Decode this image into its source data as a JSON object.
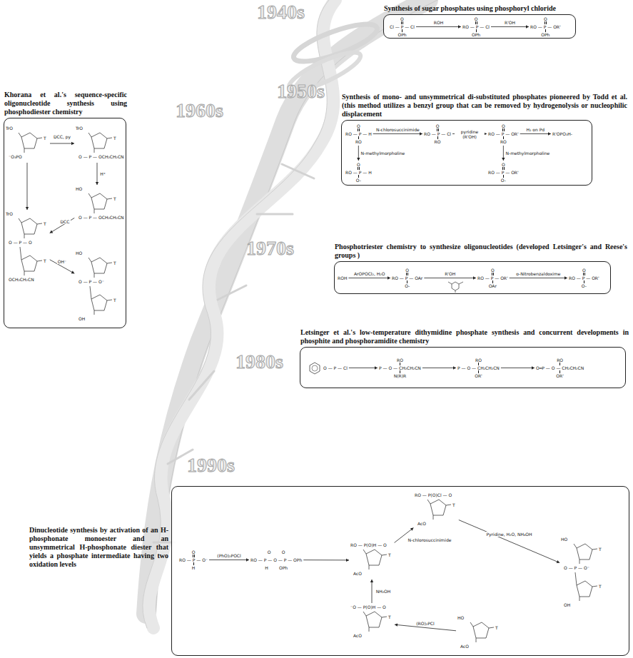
{
  "diagram": {
    "nodes": [
      {
        "text": [
          "Synthesis of sugar phosphates using phosphoryl chloride"
        ]
      },
      {
        "text": [
          "Khorana et al.'s sequence-specific oligonucleotide synthesis using phosphodiester chemistry"
        ]
      },
      {
        "text": [
          "Synthesis of mono- and unsymmetrical di-substituted phosphates pioneered by Todd et al. (this method utilizes a benzyl group that can be removed by hydrogenolysis or nucleophilic displacement"
        ]
      },
      {
        "text": [
          "Phosphotriester chemistry to synthesize oligonucleotides (developed Letsinger's and Reese's groups )"
        ]
      },
      {
        "text": [
          "Letsinger et al.'s low-temperature dithymidine phosphate synthesis and concurrent developments in phosphite and phosphoramidite chemistry"
        ]
      },
      {
        "text": [
          "Dinucleotide synthesis by activation of an H-phosphonate monoester and an unsymmetrical H-phosphonate diester that yields a phosphate intermediate having two oxidation levels"
        ]
      },
      {
        "text": [
          "O",
          "Cl — P — Cl",
          "OPh"
        ],
        "in": 0
      },
      {
        "text": [
          "O",
          "RO — P — Cl",
          "OPh"
        ],
        "in": 0
      },
      {
        "text": [
          "O",
          "RO — P — OR'",
          "OPh"
        ],
        "in": 0
      },
      {
        "text": [
          "O",
          "RO — P — H",
          "RO"
        ],
        "in": 2
      },
      {
        "text": [
          "O",
          "RO — P — Cl",
          "RO"
        ],
        "in": 2
      },
      {
        "text": [
          "O",
          "RO — P — OR'",
          "RO"
        ],
        "in": 2
      },
      {
        "text": [
          "R'OPO₃H-"
        ],
        "in": 2
      },
      {
        "text": [
          "O",
          "RO — P — H",
          "O-"
        ],
        "in": 2
      },
      {
        "text": [
          "O",
          "RO — P — OR'",
          "O-"
        ],
        "in": 2
      },
      {
        "text": [
          "ROH"
        ],
        "in": 3
      },
      {
        "text": [
          "O",
          "RO — P — OAr",
          "O-"
        ],
        "in": 3
      },
      {
        "text": [
          "O",
          "RO — P — OR'",
          "OAr"
        ],
        "in": 3
      },
      {
        "text": [
          "O",
          "RO — P — OR'",
          "O-"
        ],
        "in": 3
      },
      {
        "text": [
          "O — P — Cl"
        ],
        "in": 4
      },
      {
        "text": [
          "RO",
          "P — O — CH₂CH₂CN",
          "N(R)R"
        ],
        "in": 4
      },
      {
        "text": [
          "RO",
          "P — O — CH₂CH₂CN",
          "OR'"
        ],
        "in": 4
      },
      {
        "text": [
          "RO",
          "O═P — O — CH₂CH₂CN",
          "OR'"
        ],
        "in": 4
      },
      {
        "text": [
          "TrO",
          "T",
          "⁻O₃PO"
        ],
        "in": 1
      },
      {
        "text": [
          "TrO",
          "T",
          "O — P — OCH₂CH₂CN"
        ],
        "in": 1
      },
      {
        "text": [
          "HO",
          "T",
          "O — P — OCH₂CH₂CN"
        ],
        "in": 1
      },
      {
        "text": [
          "TrO",
          "T",
          "O — P — O",
          "T",
          "OCH₂CH₂CN"
        ],
        "in": 1
      },
      {
        "text": [
          "HO",
          "T",
          "O — P — O⁻",
          "T",
          "OH"
        ],
        "in": 1
      },
      {
        "text": [
          "O",
          "RO — P — O⁻",
          "H"
        ],
        "in": 5
      },
      {
        "text": [
          "O        O",
          "RO — P — O — P — OPh",
          "H        OPh"
        ],
        "in": 5
      },
      {
        "text": [
          "RO — P(O)Cl — O",
          "T",
          "AcO"
        ],
        "in": 5
      },
      {
        "text": [
          "RO — P(O)H — O",
          "T",
          "AcO"
        ],
        "in": 5
      },
      {
        "text": [
          "⁻O — P(O)H — O",
          "T",
          "AcO"
        ],
        "in": 5
      },
      {
        "text": [
          "HO",
          "T",
          "AcO"
        ],
        "in": 5
      },
      {
        "text": [
          "HO",
          "T",
          "O — P — O⁻",
          "T",
          "OH"
        ],
        "in": 5
      }
    ],
    "edges": [
      {
        "from": 6,
        "to": 7,
        "label": "ROH",
        "arrow": "to"
      },
      {
        "from": 7,
        "to": 8,
        "label": "R'OH",
        "arrow": "to"
      },
      {
        "from": 9,
        "to": 10,
        "label": "N-chlorosuccinimide",
        "arrow": "to"
      },
      {
        "from": 10,
        "to": 11,
        "label": "pyridine (R'OH)",
        "arrow": "to"
      },
      {
        "from": 11,
        "to": 12,
        "label": "H₂ on Pd",
        "arrow": "to"
      },
      {
        "from": 9,
        "to": 13,
        "label": "N-methylmorpholine",
        "arrow": "to"
      },
      {
        "from": 11,
        "to": 14,
        "label": "N-methylmorpholine",
        "arrow": "to"
      },
      {
        "from": 15,
        "to": 16,
        "label": "ArOPOCl₂, H₂O",
        "arrow": "to"
      },
      {
        "from": 16,
        "to": 17,
        "label": "R'OH",
        "arrow": "to"
      },
      {
        "from": 17,
        "to": 18,
        "label": "o-Nitrobenzaldoxime",
        "arrow": "to"
      },
      {
        "from": 19,
        "to": 20,
        "arrow": "to"
      },
      {
        "from": 20,
        "to": 21,
        "arrow": "to"
      },
      {
        "from": 21,
        "to": 22,
        "arrow": "to"
      },
      {
        "from": 23,
        "to": 24,
        "label": "DCC, py",
        "arrow": "to"
      },
      {
        "from": 24,
        "to": 25,
        "label": "H⁺",
        "arrow": "to"
      },
      {
        "from": 23,
        "to": 26,
        "arrow": "to"
      },
      {
        "from": 25,
        "to": 26,
        "label": "DCC",
        "arrow": "to"
      },
      {
        "from": 26,
        "to": 27,
        "label": "OH⁻",
        "arrow": "to"
      },
      {
        "from": 28,
        "to": 29,
        "label": "(PhO)₂POCl",
        "arrow": "to"
      },
      {
        "from": 29,
        "to": 31,
        "arrow": "to"
      },
      {
        "from": 32,
        "to": 31,
        "label": "NH₂OH",
        "arrow": "to"
      },
      {
        "from": 31,
        "to": 30,
        "label": "N-chlorosuccinimide",
        "arrow": "to"
      },
      {
        "from": 33,
        "to": 32,
        "label": "(RO)₂PCl",
        "arrow": "to"
      },
      {
        "from": 30,
        "to": 34,
        "label": "Pyridine, H₂O, NH₄OH",
        "arrow": "to"
      }
    ],
    "labels": [
      "1940s",
      "1950s",
      "1960s",
      "1970s",
      "1980s",
      "1990s"
    ]
  }
}
